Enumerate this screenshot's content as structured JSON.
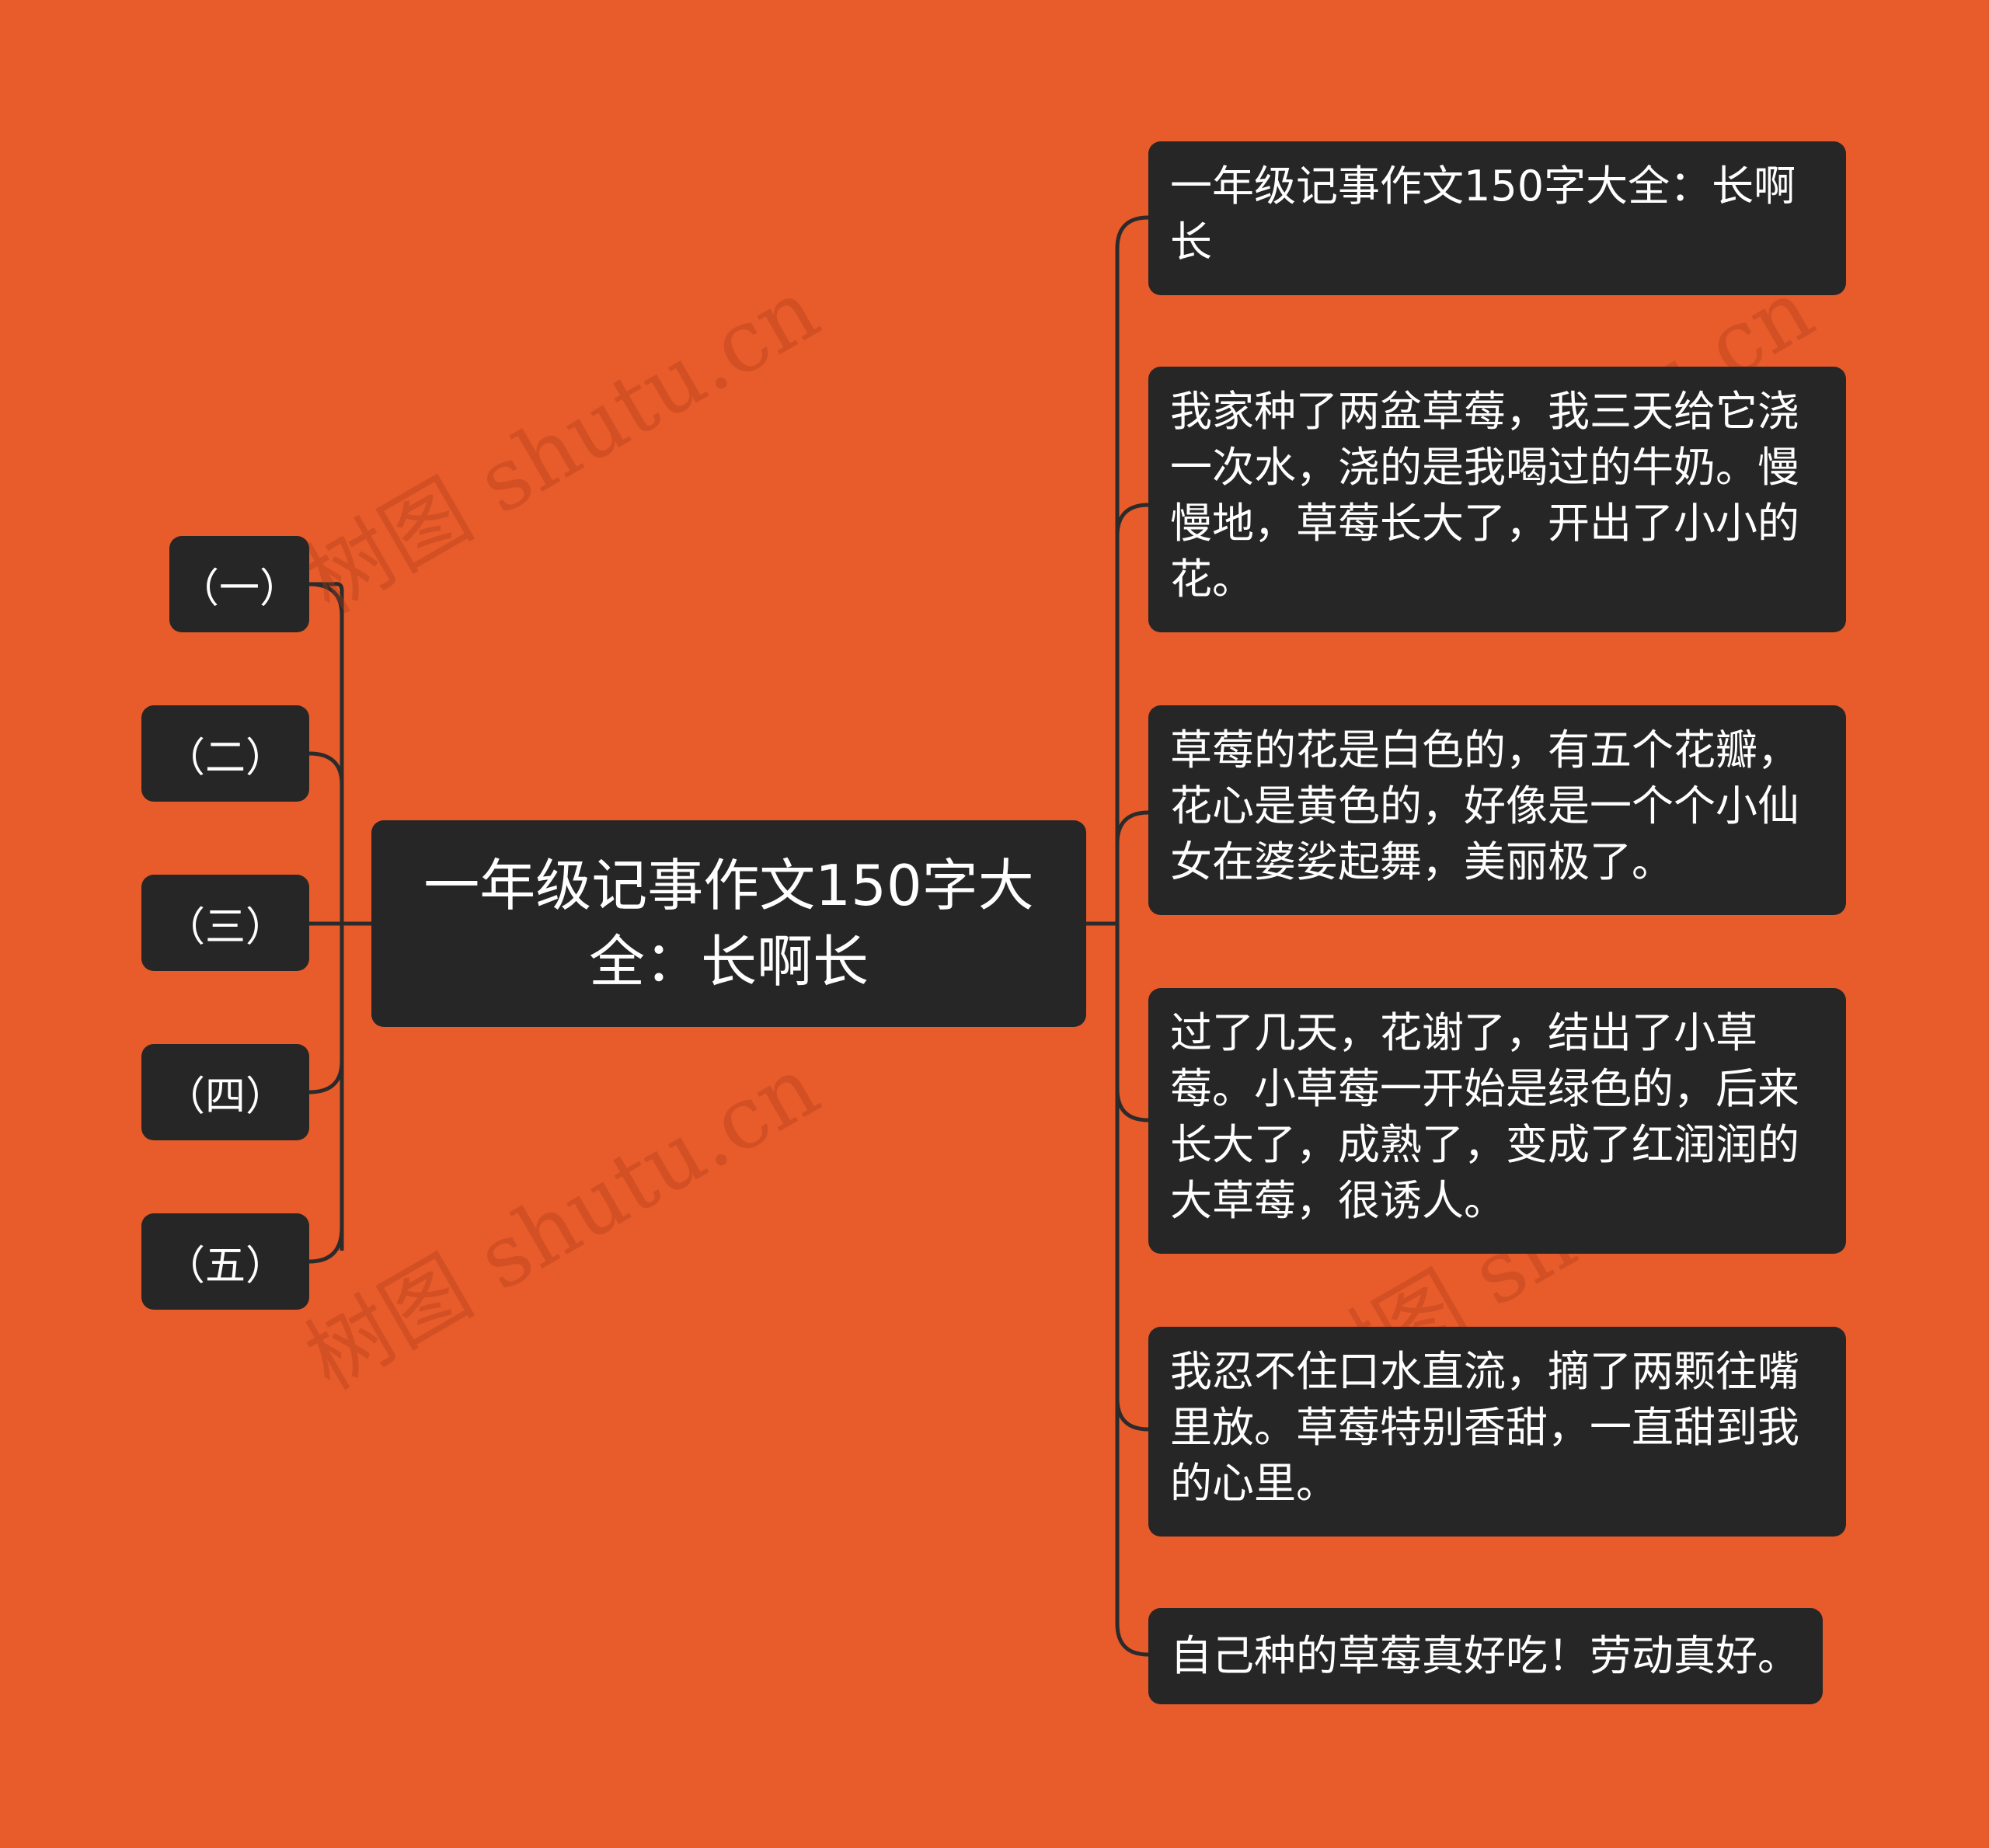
{
  "mindmap": {
    "central": "一年级记事作文150字大全：长啊长",
    "left_nodes": [
      "（一）",
      "（二）",
      "（三）",
      "（四）",
      "（五）"
    ],
    "right_nodes": [
      "一年级记事作文150字大全：长啊长",
      "我家种了两盆草莓，我三天给它浇一次水，浇的是我喝过的牛奶。慢慢地，草莓长大了，开出了小小的花。",
      "草莓的花是白色的，有五个花瓣，花心是黄色的，好像是一个个小仙女在婆娑起舞，美丽极了。",
      "过了几天，花谢了，结出了小草莓。小草莓一开始是绿色的，后来长大了，成熟了，变成了红润润的大草莓，很诱人。",
      "我忍不住口水直流，摘了两颗往嘴里放。草莓特别香甜，一直甜到我的心里。",
      "自己种的草莓真好吃！劳动真好。"
    ]
  },
  "watermark": "树图 shutu.cn",
  "colors": {
    "background": "#E85B2A",
    "node_fill": "#262626",
    "node_text": "#FFFFFF",
    "connector": "#2B2B2B"
  }
}
